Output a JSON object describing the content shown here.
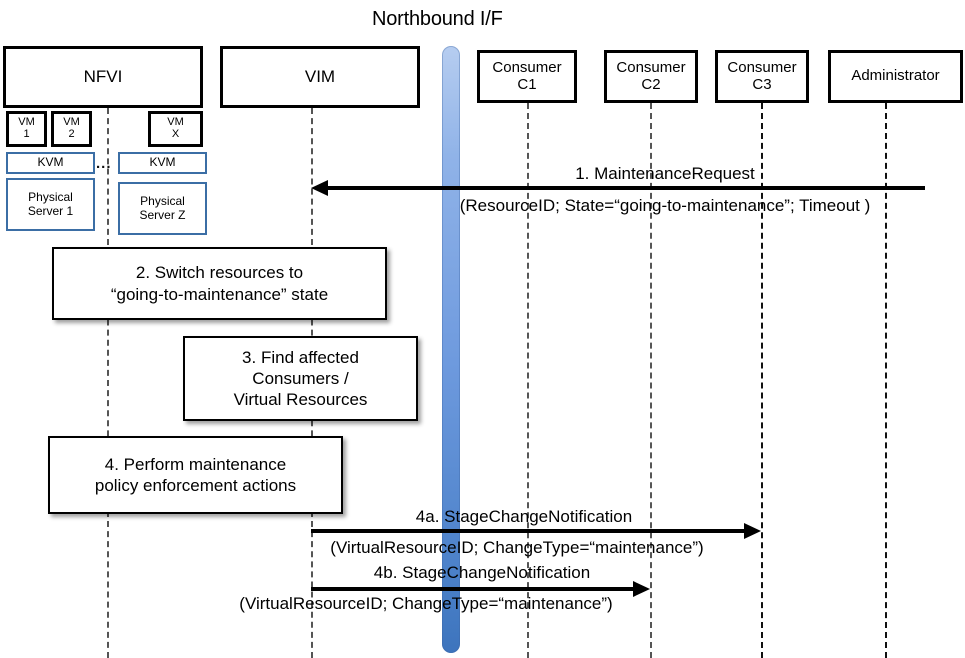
{
  "diagram": {
    "title": "Northbound I/F",
    "type": "sequence-diagram"
  },
  "actors": [
    {
      "id": "nfvi",
      "label": "NFVI"
    },
    {
      "id": "vim",
      "label": "VIM"
    },
    {
      "id": "c1",
      "label": "Consumer\nC1",
      "line1": "Consumer",
      "line2": "C1"
    },
    {
      "id": "c2",
      "label": "Consumer\nC2",
      "line1": "Consumer",
      "line2": "C2"
    },
    {
      "id": "c3",
      "label": "Consumer\nC3",
      "line1": "Consumer",
      "line2": "C3"
    },
    {
      "id": "admin",
      "label": "Administrator"
    }
  ],
  "nfvi_internals": {
    "vms": [
      {
        "line1": "VM",
        "line2": "1"
      },
      {
        "line1": "VM",
        "line2": "2"
      },
      {
        "line1": "VM",
        "line2": "X"
      }
    ],
    "hypervisors": [
      {
        "label": "KVM"
      },
      {
        "label": "KVM"
      }
    ],
    "servers": [
      {
        "line1": "Physical",
        "line2": "Server 1"
      },
      {
        "line1": "Physical",
        "line2": "Server Z"
      }
    ],
    "ellipsis": "..."
  },
  "notes": [
    {
      "id": "note2",
      "line1": "2. Switch resources to",
      "line2": "“going-to-maintenance” state"
    },
    {
      "id": "note3",
      "line1": "3. Find affected",
      "line2": "Consumers /",
      "line3": "Virtual Resources"
    },
    {
      "id": "note4",
      "line1": "4. Perform maintenance",
      "line2": "policy enforcement actions"
    }
  ],
  "messages": [
    {
      "id": "msg1",
      "number": "1.",
      "name": "MaintenanceRequest",
      "label": "1.   MaintenanceRequest",
      "params": "(ResourceID; State=“going-to-maintenance”; Timeout )",
      "from": "admin",
      "to": "vim",
      "direction": "left"
    },
    {
      "id": "msg4a",
      "number": "4a.",
      "name": "StageChangeNotification",
      "label": "4a. StageChangeNotification",
      "params": "(VirtualResourceID; ChangeType=“maintenance”)",
      "from": "vim",
      "to": "c3",
      "direction": "right"
    },
    {
      "id": "msg4b",
      "number": "4b.",
      "name": "StageChangeNotification",
      "label": "4b. StageChangeNotification",
      "params": "(VirtualResourceID; ChangeType=“maintenance”)",
      "from": "vim",
      "to": "c2",
      "direction": "right"
    }
  ],
  "colors": {
    "northbound_bar_top": "#b6cdf0",
    "northbound_bar_bottom": "#3d74bd",
    "blue_box_border": "#3b6ea5",
    "stroke": "#000000",
    "lifeline": "#555555",
    "background": "#ffffff"
  }
}
